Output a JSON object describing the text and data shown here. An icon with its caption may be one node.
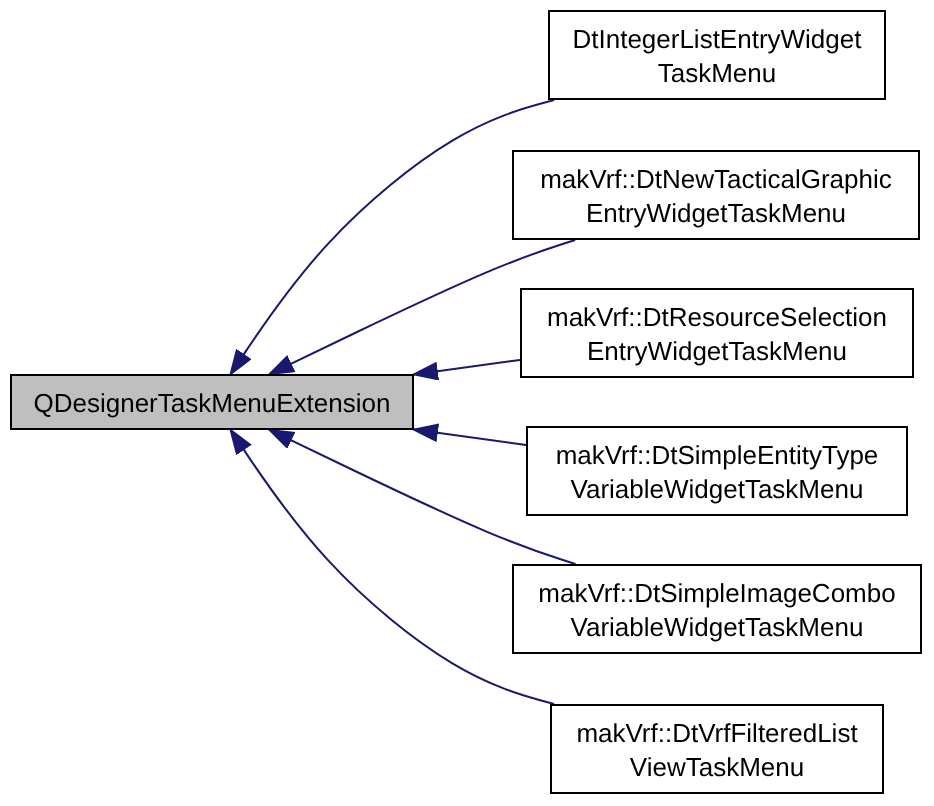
{
  "diagram": {
    "nodes": [
      {
        "text": [
          "QDesignerTaskMenuExtension"
        ]
      },
      {
        "text": [
          "DtIntegerListEntryWidget TaskMenu"
        ]
      },
      {
        "text": [
          "makVrf::DtNewTacticalGraphic EntryWidgetTaskMenu"
        ]
      },
      {
        "text": [
          "makVrf::DtResourceSelection EntryWidgetTaskMenu"
        ]
      },
      {
        "text": [
          "makVrf::DtSimpleEntityType VariableWidgetTaskMenu"
        ]
      },
      {
        "text": [
          "makVrf::DtSimpleImageCombo VariableWidgetTaskMenu"
        ]
      },
      {
        "text": [
          "makVrf::DtVrfFilteredList ViewTaskMenu"
        ]
      }
    ],
    "edges": [
      {
        "from": 1,
        "to": 0,
        "arrow": "to"
      },
      {
        "from": 2,
        "to": 0,
        "arrow": "to"
      },
      {
        "from": 3,
        "to": 0,
        "arrow": "to"
      },
      {
        "from": 4,
        "to": 0,
        "arrow": "to"
      },
      {
        "from": 5,
        "to": 0,
        "arrow": "to"
      },
      {
        "from": 6,
        "to": 0,
        "arrow": "to"
      }
    ]
  }
}
